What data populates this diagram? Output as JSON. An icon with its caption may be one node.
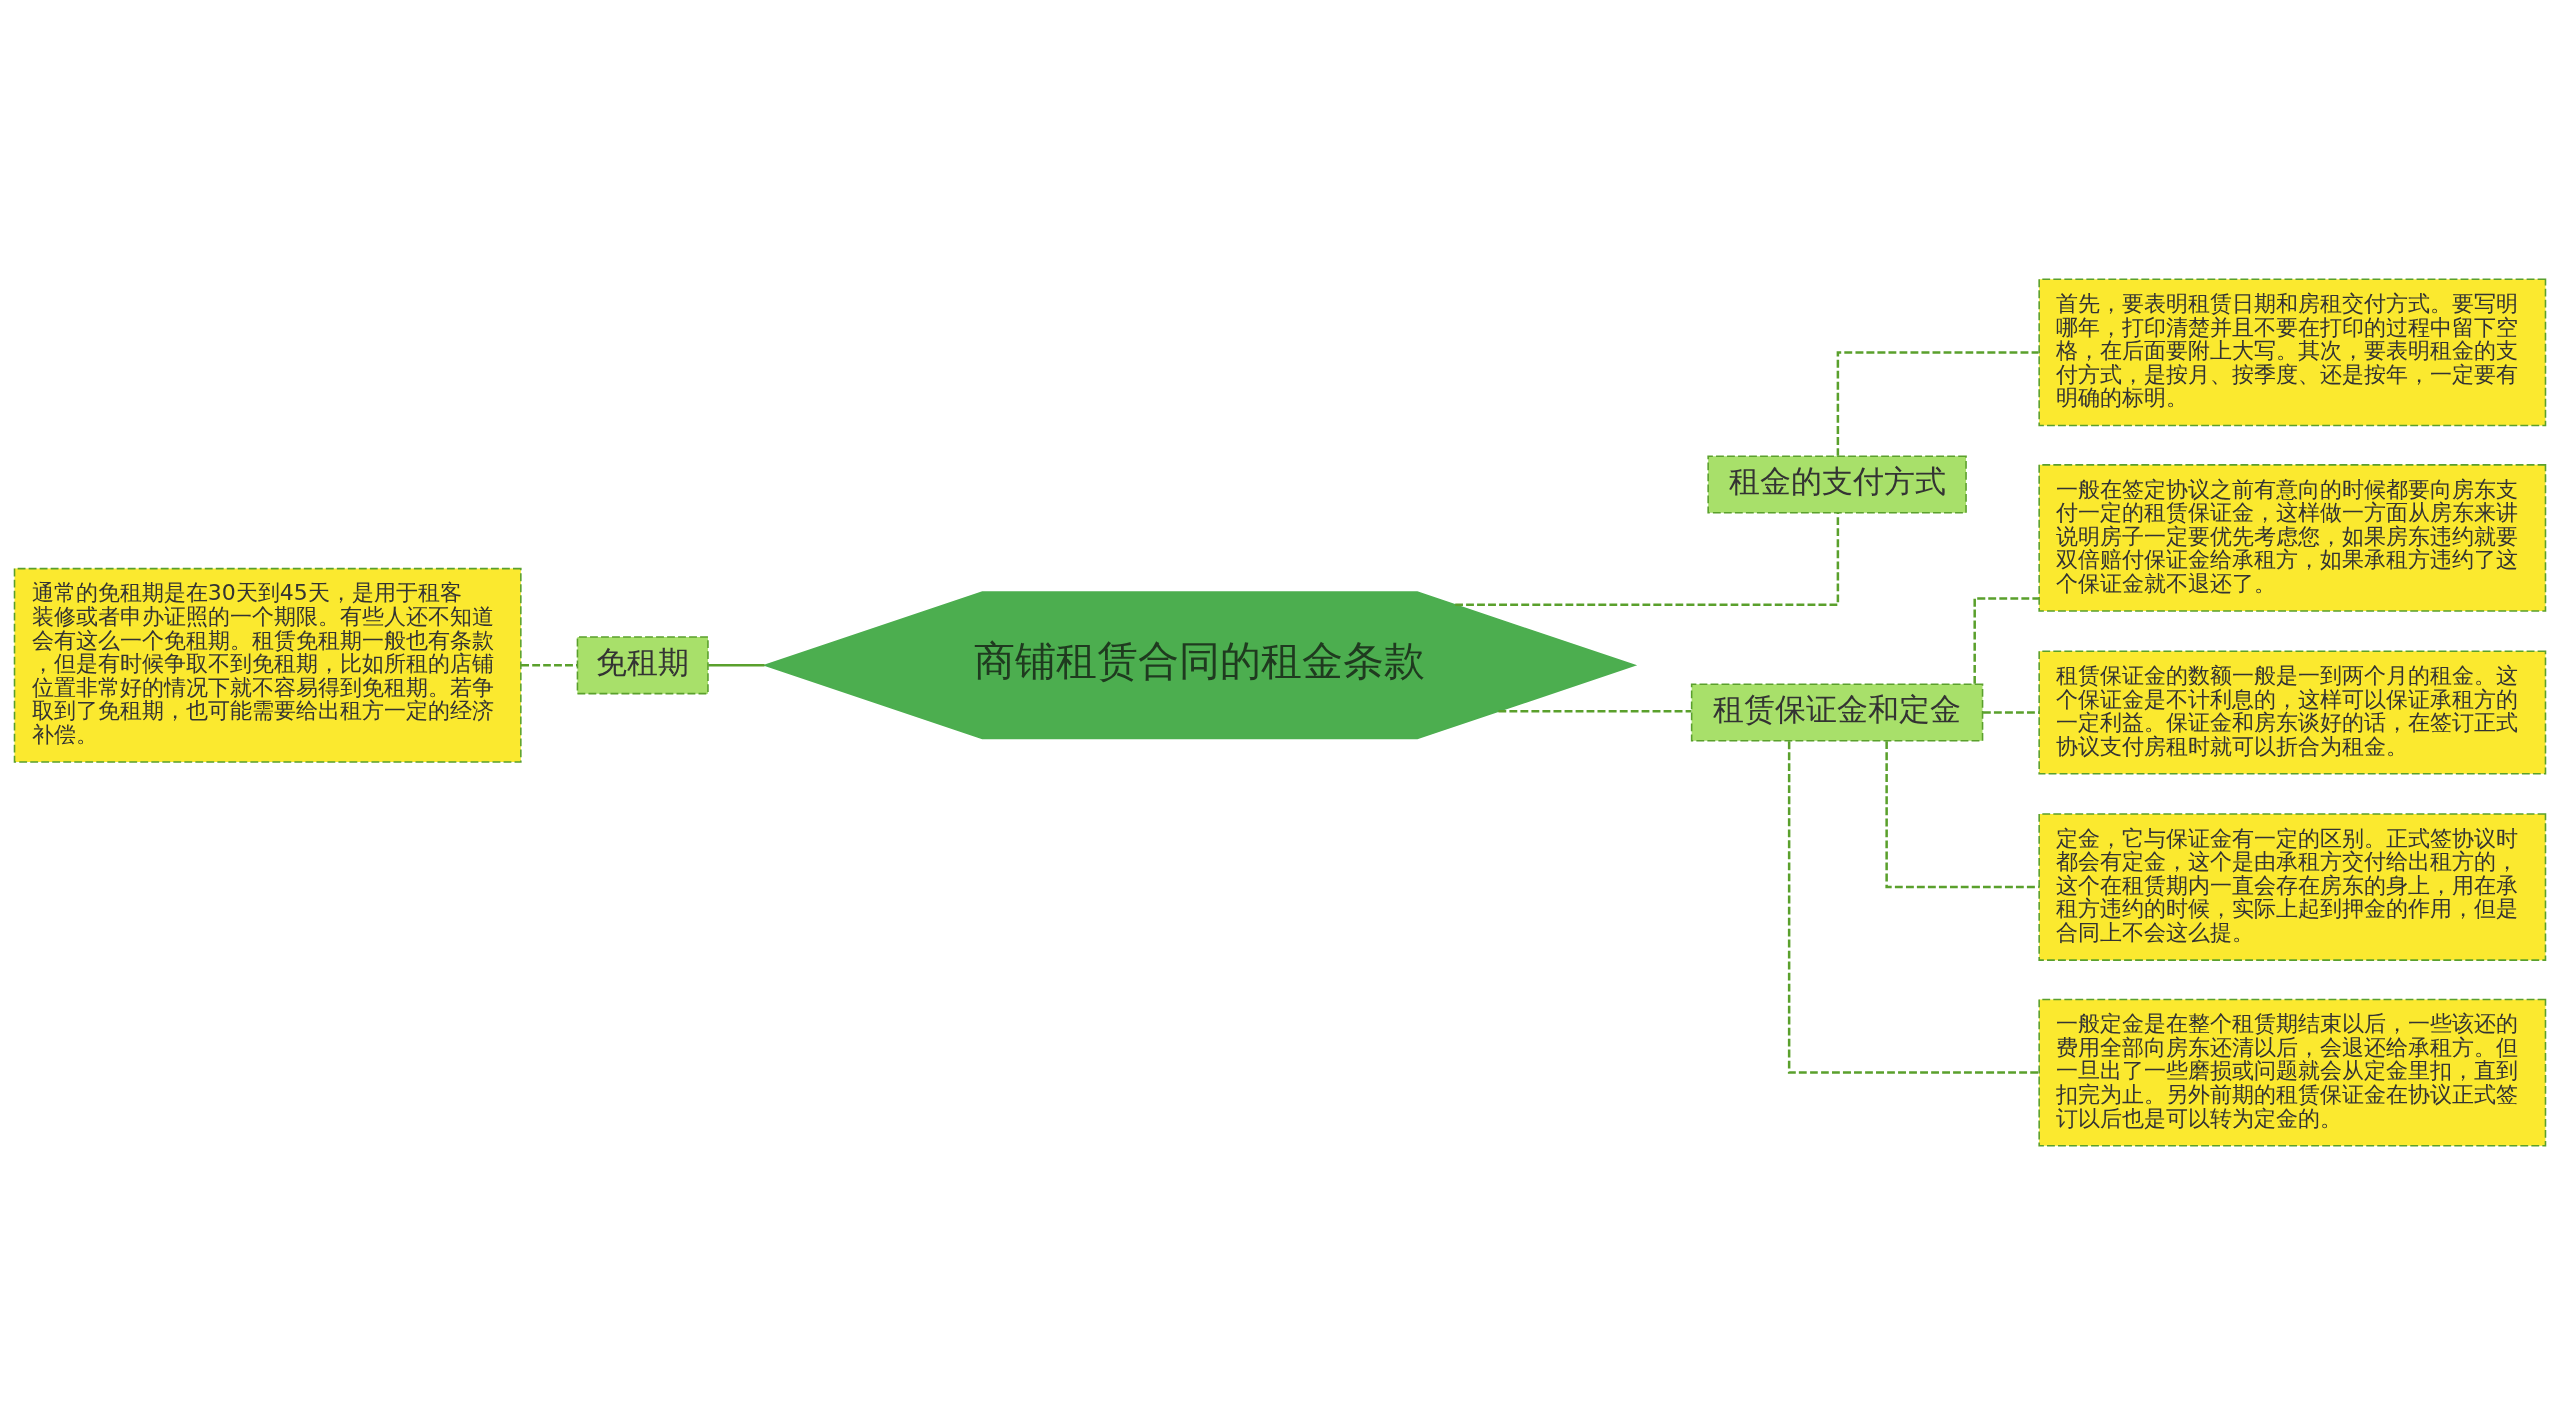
{
  "diagram": {
    "nodes": [
      {
        "text": [
          "商铺租赁合同的租金条款"
        ]
      },
      {
        "text": [
          "免租期"
        ]
      },
      {
        "text": [
          "通常的免租期是在30天到45天，是用于租客装修或者申办证照的一个期限。有些人还不知道会有这么一个免租期。租赁免租期一般也有条款，但是有时候争取不到免租期，比如所租的店铺位置非常好的情况下就不容易得到免租期。若争取到了免租期，也可能需要给出租方一定的经济补偿。"
        ]
      },
      {
        "text": [
          "租金的支付方式"
        ]
      },
      {
        "text": [
          "首先，要表明租赁日期和房租交付方式。要写明哪年，打印清楚并且不要在打印的过程中留下空格，在后面要附上大写。其次，要表明租金的支付方式，是按月、按季度、还是按年，一定要有明确的标明。"
        ]
      },
      {
        "text": [
          "租赁保证金和定金"
        ]
      },
      {
        "text": [
          "一般在签定协议之前有意向的时候都要向房东支付一定的租赁保证金，这样做一方面从房东来讲说明房子一定要优先考虑您，如果房东违约就要双倍赔付保证金给承租方，如果承租方违约了这个保证金就不退还了。"
        ]
      },
      {
        "text": [
          "租赁保证金的数额一般是一到两个月的租金。这个保证金是不计利息的，这样可以保证承租方的一定利益。保证金和房东谈好的话，在签订正式协议支付房租时就可以折合为租金。"
        ]
      },
      {
        "text": [
          "定金，它与保证金有一定的区别。正式签协议时都会有定金，这个是由承租方交付给出租方的，这个在租赁期内一直会存在房东的身上，用在承租方违约的时候，实际上起到押金的作用，但是合同上不会这么提。"
        ]
      },
      {
        "text": [
          "一般定金是在整个租赁期结束以后，一些该还的费用全部向房东还清以后，会退还给承租方。但一旦出了一些磨损或问题就会从定金里扣，直到扣完为止。另外前期的租赁保证金在协议正式签订以后也是可以转为定金的。"
        ]
      }
    ],
    "edges": [
      {
        "from": 0,
        "to": 1,
        "arrow": "none"
      },
      {
        "from": 1,
        "to": 2,
        "arrow": "none",
        "style": "dashed"
      },
      {
        "from": 0,
        "to": 3,
        "arrow": "none",
        "style": "dashed"
      },
      {
        "from": 3,
        "to": 4,
        "arrow": "none",
        "style": "dashed"
      },
      {
        "from": 0,
        "to": 5,
        "arrow": "none",
        "style": "dashed"
      },
      {
        "from": 5,
        "to": 6,
        "arrow": "none",
        "style": "dashed"
      },
      {
        "from": 5,
        "to": 7,
        "arrow": "none",
        "style": "dashed"
      },
      {
        "from": 5,
        "to": 8,
        "arrow": "none",
        "style": "dashed"
      },
      {
        "from": 5,
        "to": 9,
        "arrow": "none",
        "style": "dashed"
      }
    ]
  }
}
